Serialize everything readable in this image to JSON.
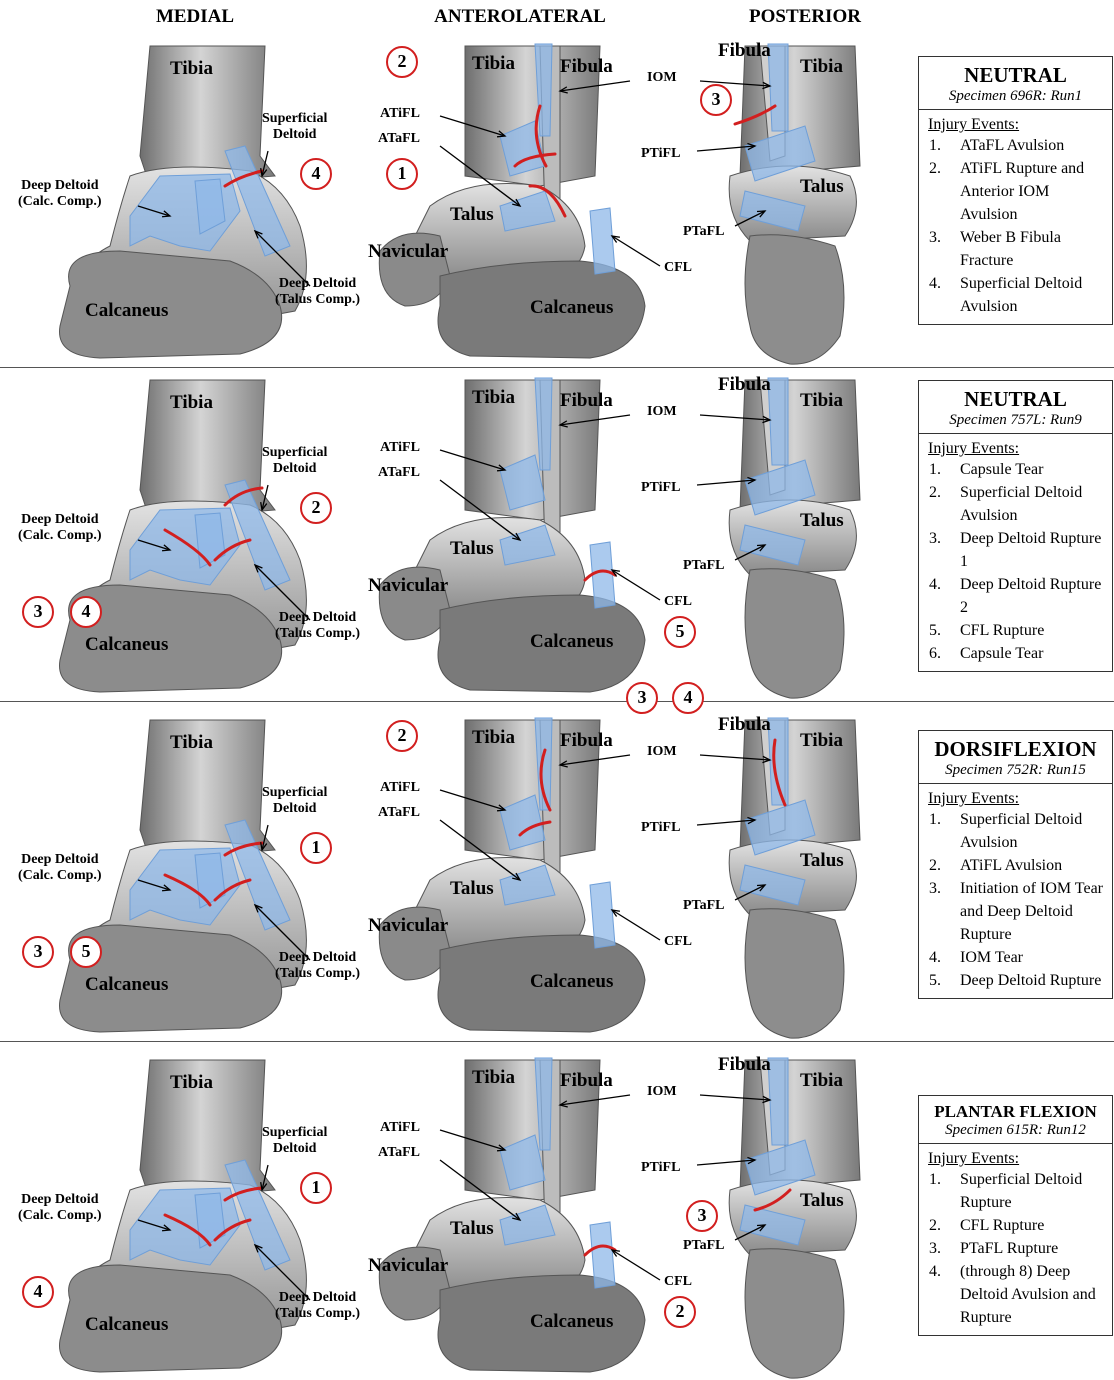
{
  "headers": {
    "medial": "MEDIAL",
    "anterolateral": "ANTEROLATERAL",
    "posterior": "POSTERIOR"
  },
  "labels": {
    "tibia": "Tibia",
    "fibula": "Fibula",
    "talus": "Talus",
    "navicular": "Navicular",
    "calcaneus": "Calcaneus",
    "superficial_deltoid": "Superficial\nDeltoid",
    "deep_deltoid_calc": "Deep Deltoid\n(Calc. Comp.)",
    "deep_deltoid_talus": "Deep Deltoid\n(Talus Comp.)",
    "atifl": "ATiFL",
    "atafl": "ATaFL",
    "iom": "IOM",
    "ptifl": "PTiFL",
    "ptafl": "PTaFL",
    "cfl": "CFL"
  },
  "colors": {
    "ligament": "#8fb8e8",
    "injury": "#d21f1f",
    "bone": "#9a9a9a"
  },
  "panels": [
    {
      "title": "NEUTRAL",
      "specimen": "Specimen 696R: Run1",
      "injury_heading": "Injury Events:",
      "events": [
        "1.|ATaFL Avulsion",
        "2.|ATiFL Rupture and Anterior IOM Avulsion",
        "3.|Weber B Fibula Fracture",
        "4.|Superficial Deltoid Avulsion"
      ],
      "markers": {
        "medial": [
          "4"
        ],
        "medial_left": [],
        "antero": [
          "2",
          "1"
        ],
        "antero_cfl": [],
        "posterior": [
          "3"
        ],
        "posterior_top": [],
        "posterior_ptafl": []
      }
    },
    {
      "title": "NEUTRAL",
      "specimen": "Specimen 757L: Run9",
      "injury_heading": "Injury Events:",
      "events": [
        "1.|Capsule Tear",
        "2.|Superficial Deltoid Avulsion",
        "3.|Deep Deltoid Rupture 1",
        "4.|Deep Deltoid Rupture 2",
        "5.|CFL Rupture",
        "6.|Capsule Tear"
      ],
      "markers": {
        "medial": [
          "2"
        ],
        "medial_left": [
          "3",
          "4"
        ],
        "antero": [],
        "antero_cfl": [
          "5"
        ],
        "posterior": [],
        "posterior_top": [],
        "posterior_ptafl": []
      }
    },
    {
      "title": "DORSIFLEXION",
      "specimen": "Specimen 752R: Run15",
      "injury_heading": "Injury Events:",
      "events": [
        "1.|Superficial Deltoid Avulsion",
        "2.|ATiFL Avulsion",
        "3.|Initiation of IOM Tear and Deep Deltoid Rupture",
        "4.|IOM Tear",
        "5.|Deep Deltoid Rupture"
      ],
      "markers": {
        "medial": [
          "1"
        ],
        "medial_left": [
          "3",
          "5"
        ],
        "antero": [
          "2"
        ],
        "antero_cfl": [],
        "posterior": [],
        "posterior_top": [
          "3",
          "4"
        ],
        "posterior_ptafl": []
      }
    },
    {
      "title": "PLANTAR FLEXION",
      "specimen": "Specimen 615R: Run12",
      "injury_heading": "Injury Events:",
      "events": [
        "1.|Superficial Deltoid Rupture",
        "2.|CFL Rupture",
        "3.|PTaFL Rupture",
        "4.|(through 8) Deep Deltoid Avulsion and Rupture"
      ],
      "markers": {
        "medial": [
          "1"
        ],
        "medial_left": [
          "4"
        ],
        "antero": [],
        "antero_cfl": [
          "2"
        ],
        "posterior": [],
        "posterior_top": [],
        "posterior_ptafl": [
          "3"
        ]
      }
    }
  ]
}
